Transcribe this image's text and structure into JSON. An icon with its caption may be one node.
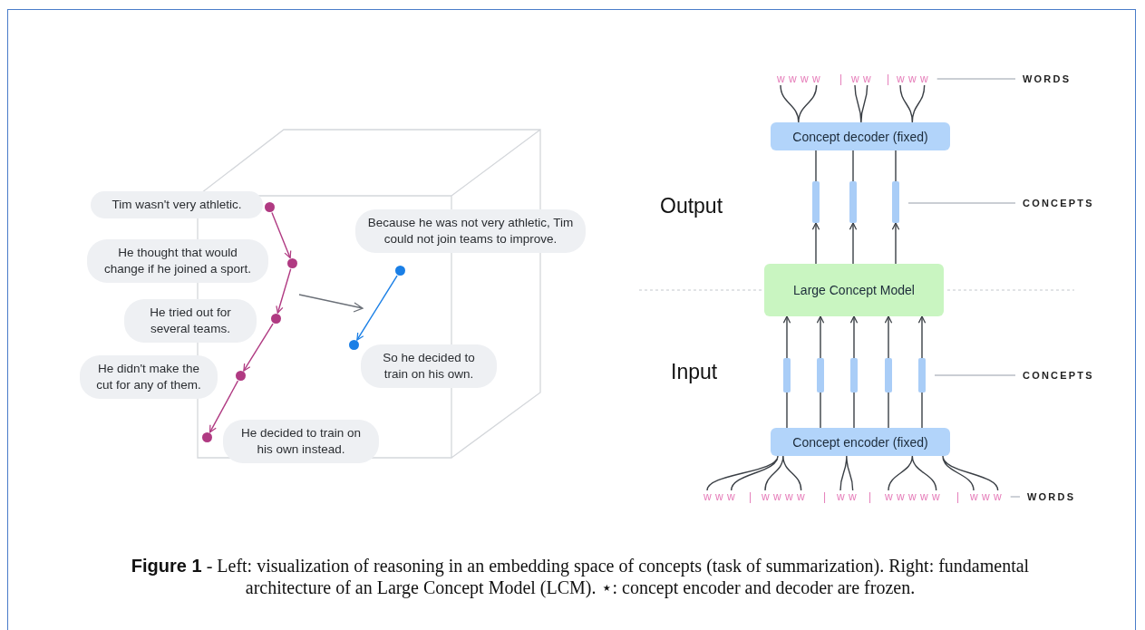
{
  "diagram": {
    "caption": "**Figure 1** - Left: visualization of reasoning in an embedding space of concepts (task of summarization). Right: fundamental architecture of an Large Concept Model (LCM). ⋆: concept encoder and decoder are frozen.",
    "nodes": [
      {
        "text": [
          "Tim wasn't very athletic."
        ]
      },
      {
        "text": [
          "He thought that would change if he joined a sport."
        ]
      },
      {
        "text": [
          "He tried out for several teams."
        ]
      },
      {
        "text": [
          "He didn't make the cut for any of them."
        ]
      },
      {
        "text": [
          "He decided to train on his own instead."
        ]
      },
      {
        "text": [
          "Because he was not very athletic, Tim could not join teams to improve."
        ]
      },
      {
        "text": [
          "So he decided to train on his own."
        ]
      },
      {
        "text": [],
        "shape": "circle"
      },
      {
        "text": [],
        "shape": "circle"
      },
      {
        "text": [],
        "shape": "circle"
      },
      {
        "text": [],
        "shape": "circle"
      },
      {
        "text": [],
        "shape": "circle"
      },
      {
        "text": [],
        "shape": "circle"
      },
      {
        "text": [],
        "shape": "circle"
      },
      {
        "text": [
          "w w w w"
        ]
      },
      {
        "text": [
          "w w"
        ]
      },
      {
        "text": [
          "w w w"
        ]
      },
      {
        "text": [
          "WORDS"
        ]
      },
      {
        "text": [
          "Concept decoder (fixed)"
        ]
      },
      {
        "text": [],
        "shape": "bar"
      },
      {
        "text": [],
        "shape": "bar"
      },
      {
        "text": [],
        "shape": "bar"
      },
      {
        "text": [
          "CONCEPTS"
        ]
      },
      {
        "text": [
          "Large Concept Model"
        ]
      },
      {
        "text": [],
        "shape": "bar"
      },
      {
        "text": [],
        "shape": "bar"
      },
      {
        "text": [],
        "shape": "bar"
      },
      {
        "text": [],
        "shape": "bar"
      },
      {
        "text": [],
        "shape": "bar"
      },
      {
        "text": [
          "CONCEPTS"
        ]
      },
      {
        "text": [
          "Concept encoder (fixed)"
        ]
      },
      {
        "text": [
          "w w w"
        ]
      },
      {
        "text": [
          "w w w w"
        ]
      },
      {
        "text": [
          "w w"
        ]
      },
      {
        "text": [
          "w w w w w"
        ]
      },
      {
        "text": [
          "w w w"
        ]
      },
      {
        "text": [
          "WORDS"
        ]
      }
    ],
    "edges": [
      {
        "from": 7,
        "to": 8,
        "arrow": "to",
        "color": "#b03a82"
      },
      {
        "from": 8,
        "to": 9,
        "arrow": "to",
        "color": "#b03a82"
      },
      {
        "from": 9,
        "to": 10,
        "arrow": "to",
        "color": "#b03a82"
      },
      {
        "from": 10,
        "to": 11,
        "arrow": "to",
        "color": "#b03a82"
      },
      {
        "from": 12,
        "to": 13,
        "arrow": "to",
        "color": "#1a7fe6"
      },
      {
        "from": 18,
        "to": 14,
        "arrow": "none"
      },
      {
        "from": 18,
        "to": 15,
        "arrow": "none"
      },
      {
        "from": 18,
        "to": 16,
        "arrow": "none"
      },
      {
        "from": 19,
        "to": 18,
        "arrow": "none"
      },
      {
        "from": 20,
        "to": 18,
        "arrow": "none"
      },
      {
        "from": 21,
        "to": 18,
        "arrow": "none"
      },
      {
        "from": 23,
        "to": 19,
        "arrow": "to"
      },
      {
        "from": 23,
        "to": 20,
        "arrow": "to"
      },
      {
        "from": 23,
        "to": 21,
        "arrow": "to"
      },
      {
        "from": 24,
        "to": 23,
        "arrow": "to"
      },
      {
        "from": 25,
        "to": 23,
        "arrow": "to"
      },
      {
        "from": 26,
        "to": 23,
        "arrow": "to"
      },
      {
        "from": 27,
        "to": 23,
        "arrow": "to"
      },
      {
        "from": 28,
        "to": 23,
        "arrow": "to"
      },
      {
        "from": 30,
        "to": 24,
        "arrow": "none"
      },
      {
        "from": 30,
        "to": 25,
        "arrow": "none"
      },
      {
        "from": 30,
        "to": 26,
        "arrow": "none"
      },
      {
        "from": 30,
        "to": 27,
        "arrow": "none"
      },
      {
        "from": 30,
        "to": 28,
        "arrow": "none"
      },
      {
        "from": 31,
        "to": 30,
        "arrow": "none"
      },
      {
        "from": 32,
        "to": 30,
        "arrow": "none"
      },
      {
        "from": 33,
        "to": 30,
        "arrow": "none"
      },
      {
        "from": 34,
        "to": 30,
        "arrow": "none"
      },
      {
        "from": 35,
        "to": 30,
        "arrow": "none"
      },
      {
        "from": 17,
        "to": 16,
        "arrow": "none",
        "color": "#b8bec6"
      },
      {
        "from": 22,
        "to": 21,
        "arrow": "none",
        "color": "#b8bec6"
      },
      {
        "from": 29,
        "to": 28,
        "arrow": "none",
        "color": "#b8bec6"
      },
      {
        "from": 36,
        "to": 35,
        "arrow": "none",
        "color": "#b8bec6"
      }
    ],
    "labels": [
      "|",
      "|",
      "Output",
      "Input",
      "|",
      "|",
      "|",
      "|"
    ]
  }
}
